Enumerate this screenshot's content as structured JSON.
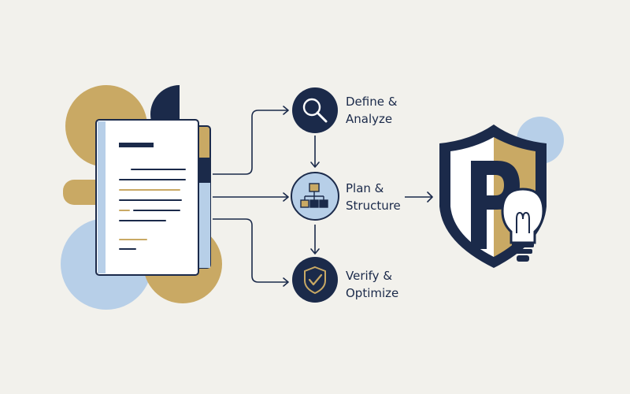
{
  "colors": {
    "background": "#f2f1ec",
    "navy": "#1b2a4a",
    "gold": "#c9a964",
    "light_blue": "#b7cfe8",
    "paper": "#ffffff"
  },
  "steps": [
    {
      "line1": "Define &",
      "line2": "Analyze",
      "icon": "magnifier-icon"
    },
    {
      "line1": "Plan &",
      "line2": "Structure",
      "icon": "hierarchy-icon"
    },
    {
      "line1": "Verify &",
      "line2": "Optimize",
      "icon": "shield-check-icon"
    }
  ],
  "document_icon": "document-icon",
  "result_icon": "shield-p-lightbulb-icon",
  "result_letter": "P"
}
